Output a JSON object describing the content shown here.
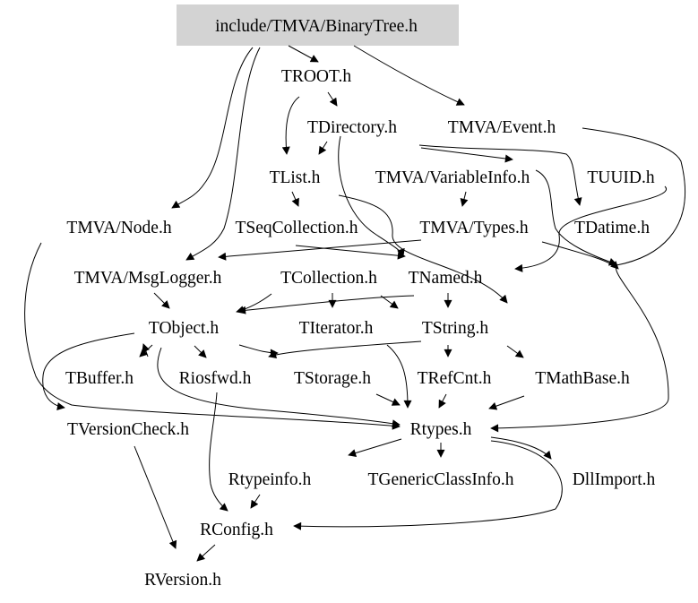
{
  "root_node": "include/TMVA/BinaryTree.h",
  "nodes": {
    "root": "include/TMVA/BinaryTree.h",
    "troot": "TROOT.h",
    "tdirectory": "TDirectory.h",
    "tmva_event": "TMVA/Event.h",
    "tlist": "TList.h",
    "tmva_variableinfo": "TMVA/VariableInfo.h",
    "tuuid": "TUUID.h",
    "tmva_node": "TMVA/Node.h",
    "tseqcollection": "TSeqCollection.h",
    "tmva_types": "TMVA/Types.h",
    "tdatime": "TDatime.h",
    "tmva_msglogger": "TMVA/MsgLogger.h",
    "tcollection": "TCollection.h",
    "tnamed": "TNamed.h",
    "tobject": "TObject.h",
    "titerator": "TIterator.h",
    "tstring": "TString.h",
    "tbuffer": "TBuffer.h",
    "riosfwd": "Riosfwd.h",
    "tstorage": "TStorage.h",
    "trefcnt": "TRefCnt.h",
    "tmathbase": "TMathBase.h",
    "tversioncheck": "TVersionCheck.h",
    "rtypes": "Rtypes.h",
    "rtypeinfo": "Rtypeinfo.h",
    "tgenericclassinfo": "TGenericClassInfo.h",
    "dllimport": "DllImport.h",
    "rconfig": "RConfig.h",
    "rversion": "RVersion.h"
  },
  "colors": {
    "root_fill": "#d3d3d3",
    "edge": "#000000",
    "text": "#000000"
  }
}
